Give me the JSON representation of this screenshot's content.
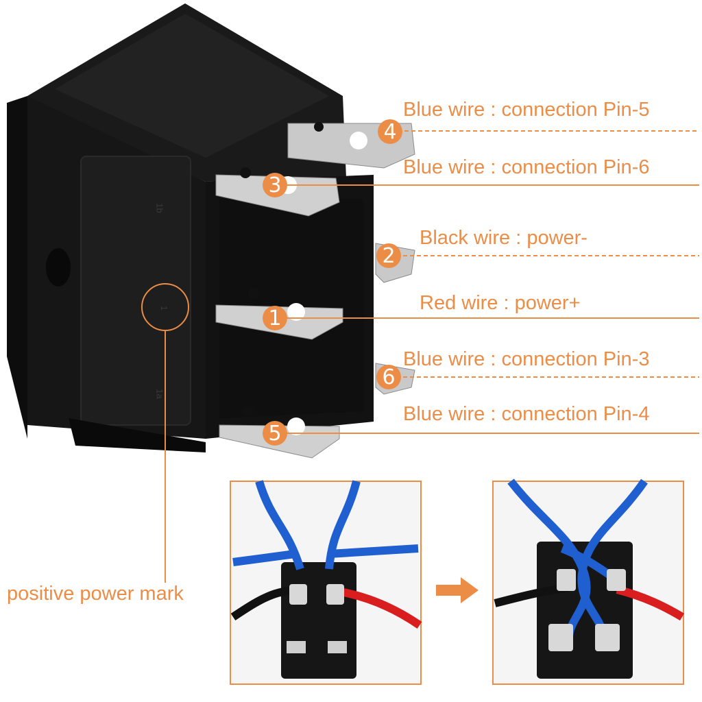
{
  "callouts": [
    {
      "badge": "4",
      "text": "Blue wire : connection Pin-5"
    },
    {
      "badge": "3",
      "text": "Blue wire : connection Pin-6"
    },
    {
      "badge": "2",
      "text": "Black wire : power-"
    },
    {
      "badge": "1",
      "text": "Red wire : power+"
    },
    {
      "badge": "6",
      "text": "Blue wire : connection Pin-3"
    },
    {
      "badge": "5",
      "text": "Blue wire : connection Pin-4"
    }
  ],
  "switch_markings": {
    "top": "1b",
    "middle": "1",
    "bottom": "1a"
  },
  "positive_mark_label": "positive power mark",
  "colors": {
    "accent": "#ec8d47",
    "switch_body": "#1b1b1b",
    "terminal": "#c9c9c9",
    "blue_wire": "#1f5fd0",
    "red_wire": "#d81e1e",
    "black_wire": "#111111"
  }
}
